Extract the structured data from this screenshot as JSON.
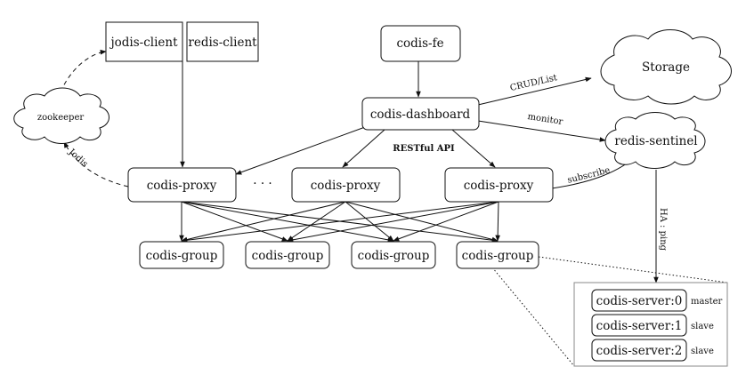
{
  "nodes": {
    "jodis_client": "jodis-client",
    "redis_client": "redis-client",
    "codis_fe": "codis-fe",
    "storage": "Storage",
    "zookeeper": "zookeeper",
    "codis_dashboard": "codis-dashboard",
    "redis_sentinel": "redis-sentinel",
    "codis_proxy": "codis-proxy",
    "proxy_ellipsis": "· · ·",
    "codis_group": "codis-group",
    "servers": [
      {
        "name": "codis-server:0",
        "role": "master"
      },
      {
        "name": "codis-server:1",
        "role": "slave"
      },
      {
        "name": "codis-server:2",
        "role": "slave"
      }
    ]
  },
  "edges": {
    "crud_list": "CRUD/List",
    "monitor": "monitor",
    "restful_api": "RESTful API",
    "subscribe": "subscribe",
    "jodis": "Jodis",
    "ha_ping": "HA : ping"
  }
}
